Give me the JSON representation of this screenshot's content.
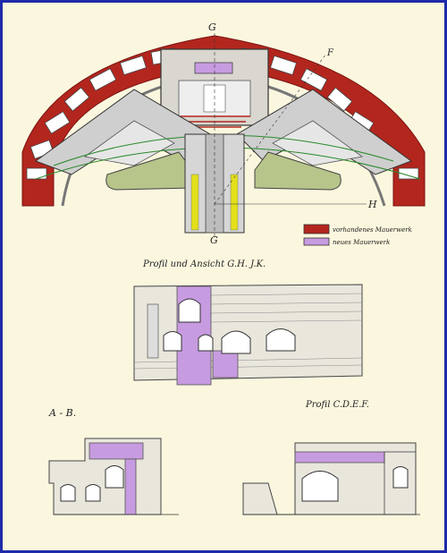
{
  "sheet": {
    "background": "#fbf7df",
    "border_color": "#1f2aa8"
  },
  "plan": {
    "point_labels": {
      "top": "G",
      "right": "H",
      "bottom": "G",
      "top_right": "F"
    },
    "legend": [
      {
        "swatch_color": "#b3261e",
        "text": "vorhandenes Mauerwerk"
      },
      {
        "swatch_color": "#c79be0",
        "text": "neues Mauerwerk"
      }
    ],
    "colors": {
      "existing_masonry": "#b3261e",
      "new_masonry": "#c79be0",
      "earth": "#b7c48a",
      "yellow": "#e3e01a"
    }
  },
  "sections": {
    "main_title": "Profil und Ansicht G.H. J.K.",
    "ab_title": "A - B.",
    "cdef_title": "Profil C.D.E.F."
  }
}
